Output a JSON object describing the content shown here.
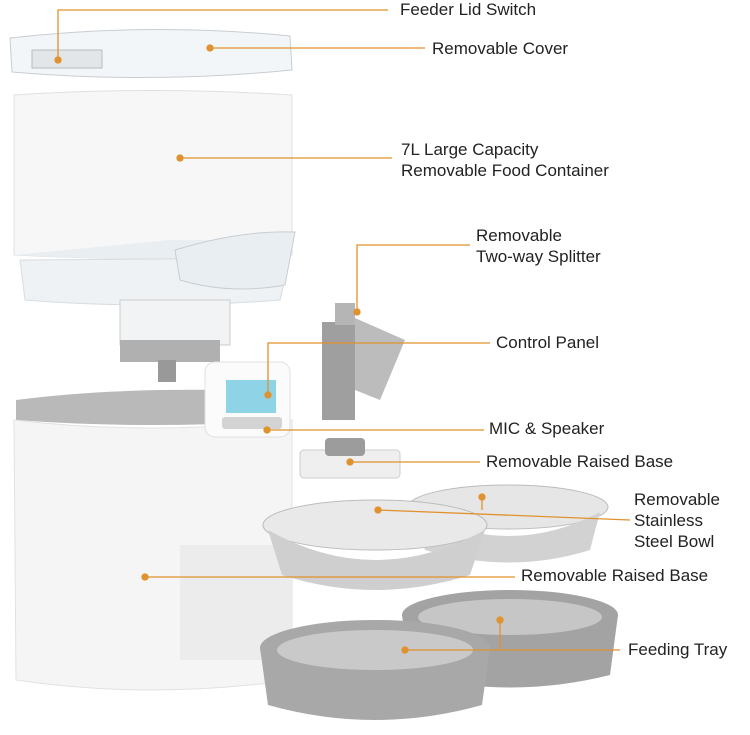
{
  "colors": {
    "leader": "#e0922e",
    "body": "#f4f4f4",
    "gray": "#a9a9a9",
    "steel": "#d6d6d6",
    "screen": "#8fd3e6"
  },
  "labels": {
    "lid_switch": "Feeder Lid Switch",
    "cover": "Removable Cover",
    "container_1": "7L Large Capacity",
    "container_2": "Removable Food Container",
    "splitter_1": "Removable",
    "splitter_2": "Two-way Splitter",
    "control_panel": "Control Panel",
    "mic_speaker": "MIC & Speaker",
    "raised_base_top": "Removable Raised Base",
    "bowl_1": "Removable",
    "bowl_2": "Stainless",
    "bowl_3": "Steel Bowl",
    "raised_base_bottom": "Removable Raised Base",
    "feeding_tray": "Feeding Tray"
  }
}
